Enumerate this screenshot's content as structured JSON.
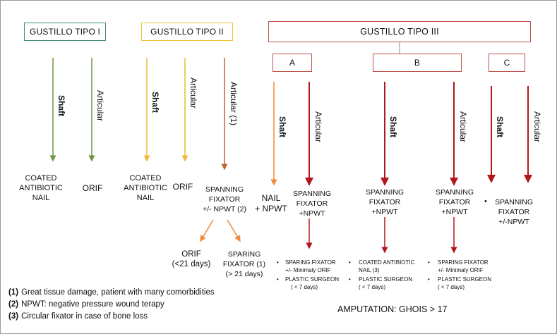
{
  "colors": {
    "tipo1": "#3f8f76",
    "tipo2": "#f2c230",
    "tipo3": "#c0504d",
    "green_arrow": "#6a9a3d",
    "yellow_arrow": "#f0b73a",
    "brown_arrow": "#c0652c",
    "orange_arrow": "#f08a3a",
    "red_arrow": "#b3171c"
  },
  "headers": {
    "tipo1": "GUSTILLO TIPO I",
    "tipo2": "GUSTILLO TIPO II",
    "tipo3": "GUSTILLO TIPO III",
    "sub_a": "A",
    "sub_b": "B",
    "sub_c": "C"
  },
  "branches": {
    "t1_shaft": "Shaft",
    "t1_articular": "Articular",
    "t2_shaft": "Shaft",
    "t2_articular": "Articular",
    "t2_articular_1": "Articular (1)",
    "a_shaft": "Shaft",
    "a_articular": "Articular",
    "b_shaft": "Shaft",
    "b_articular": "Articular",
    "c_shaft": "Shaft",
    "c_articular": "Articular"
  },
  "outcomes": {
    "t1_coated": [
      "COATED",
      "ANTIBIOTIC",
      "NAIL"
    ],
    "t1_orif": "ORIF",
    "t2_coated": [
      "COATED",
      "ANTIBIOTIC",
      "NAIL"
    ],
    "t2_orif": "ORIF",
    "t2_spanning": [
      "SPANNING",
      "FIXATOR",
      "+/- NPWT (2)"
    ],
    "t2_orif_21": [
      "ORIF",
      "(<21 days)"
    ],
    "t2_sparing": [
      "SPARING",
      "FIXATOR (1)",
      "(> 21 days)"
    ],
    "a_nail": [
      "NAIL",
      "+ NPWT"
    ],
    "a_spanning": [
      "SPANNING",
      "FIXATOR",
      "+NPWT"
    ],
    "b_spanning": [
      "SPANNING",
      "FIXATOR",
      "+NPWT"
    ],
    "b2_spanning": [
      "SPANNING",
      "FIXATOR",
      "+NPWT"
    ],
    "c_spanning": [
      "SPANNING",
      "FIXATOR",
      "+/-NPWT"
    ]
  },
  "details": {
    "a_list": [
      "SPARING FIXATOR",
      "+/- Minimaly ORIF",
      "PLASTIC SURGEON",
      "( < 7 days)"
    ],
    "b_list": [
      "COATED ANTIBIOTIC",
      "NAIL (3)",
      "PLASTIC SURGEON",
      "( < 7 days)"
    ],
    "b2_list": [
      "SPARING FIXATOR",
      "+/- Minimaly ORIF",
      "PLASTIC SURGEON",
      "( < 7 days)"
    ],
    "bullet": "•"
  },
  "notes": [
    {
      "num": "(1)",
      "text": "Great tissue damage, patient with many comorbidities"
    },
    {
      "num": "(2)",
      "text": "NPWT: negative pressure wound terapy"
    },
    {
      "num": "(3)",
      "text": "Circular fixator in case of bone loss"
    }
  ],
  "amputation": "AMPUTATION: GHOIS > 17"
}
